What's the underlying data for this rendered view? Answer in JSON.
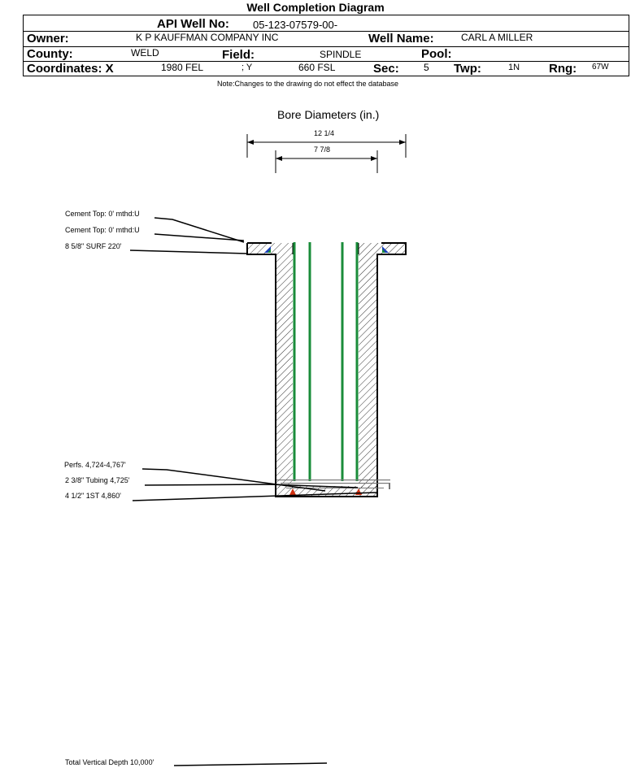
{
  "header": {
    "title": "Well Completion Diagram",
    "api_label": "API Well No:",
    "api_value": "05-123-07579-00-",
    "owner_label": "Owner:",
    "owner_value": "K P KAUFFMAN COMPANY INC",
    "well_name_label": "Well Name:",
    "well_name_value": "CARL A MILLER",
    "county_label": "County:",
    "county_value": "WELD",
    "field_label": "Field:",
    "field_value": "SPINDLE",
    "pool_label": "Pool:",
    "pool_value": "",
    "coord_label": "Coordinates: X",
    "coord_x_value": "1980 FEL",
    "coord_y_label": "; Y",
    "coord_y_value": "660 FSL",
    "sec_label": "Sec:",
    "sec_value": "5",
    "twp_label": "Twp:",
    "twp_value": "1N",
    "rng_label": "Rng:",
    "rng_value": "67W"
  },
  "note": "Note:Changes to the drawing do not effect the database",
  "diagram": {
    "bore_title": "Bore Diameters (in.)",
    "bore_outer": "12 1/4",
    "bore_inner": "7 7/8",
    "labels": {
      "cement_top_1": "Cement Top: 0' mthd:U",
      "cement_top_2": "Cement Top: 0' mthd:U",
      "surface_casing": "8 5/8\" SURF 220'",
      "perfs": "Perfs. 4,724-4,767'",
      "tubing": "2 3/8\" Tubing 4,725'",
      "production_casing": "4 1/2\" 1ST 4,860'",
      "total_depth": "Total Vertical Depth 10,000'"
    },
    "colors": {
      "casing": "#1a8c3a",
      "cement_marker_blue": "#1c3fb8",
      "cement_marker_red": "#d03010",
      "cement_marker_green": "#1a8c3a"
    }
  }
}
